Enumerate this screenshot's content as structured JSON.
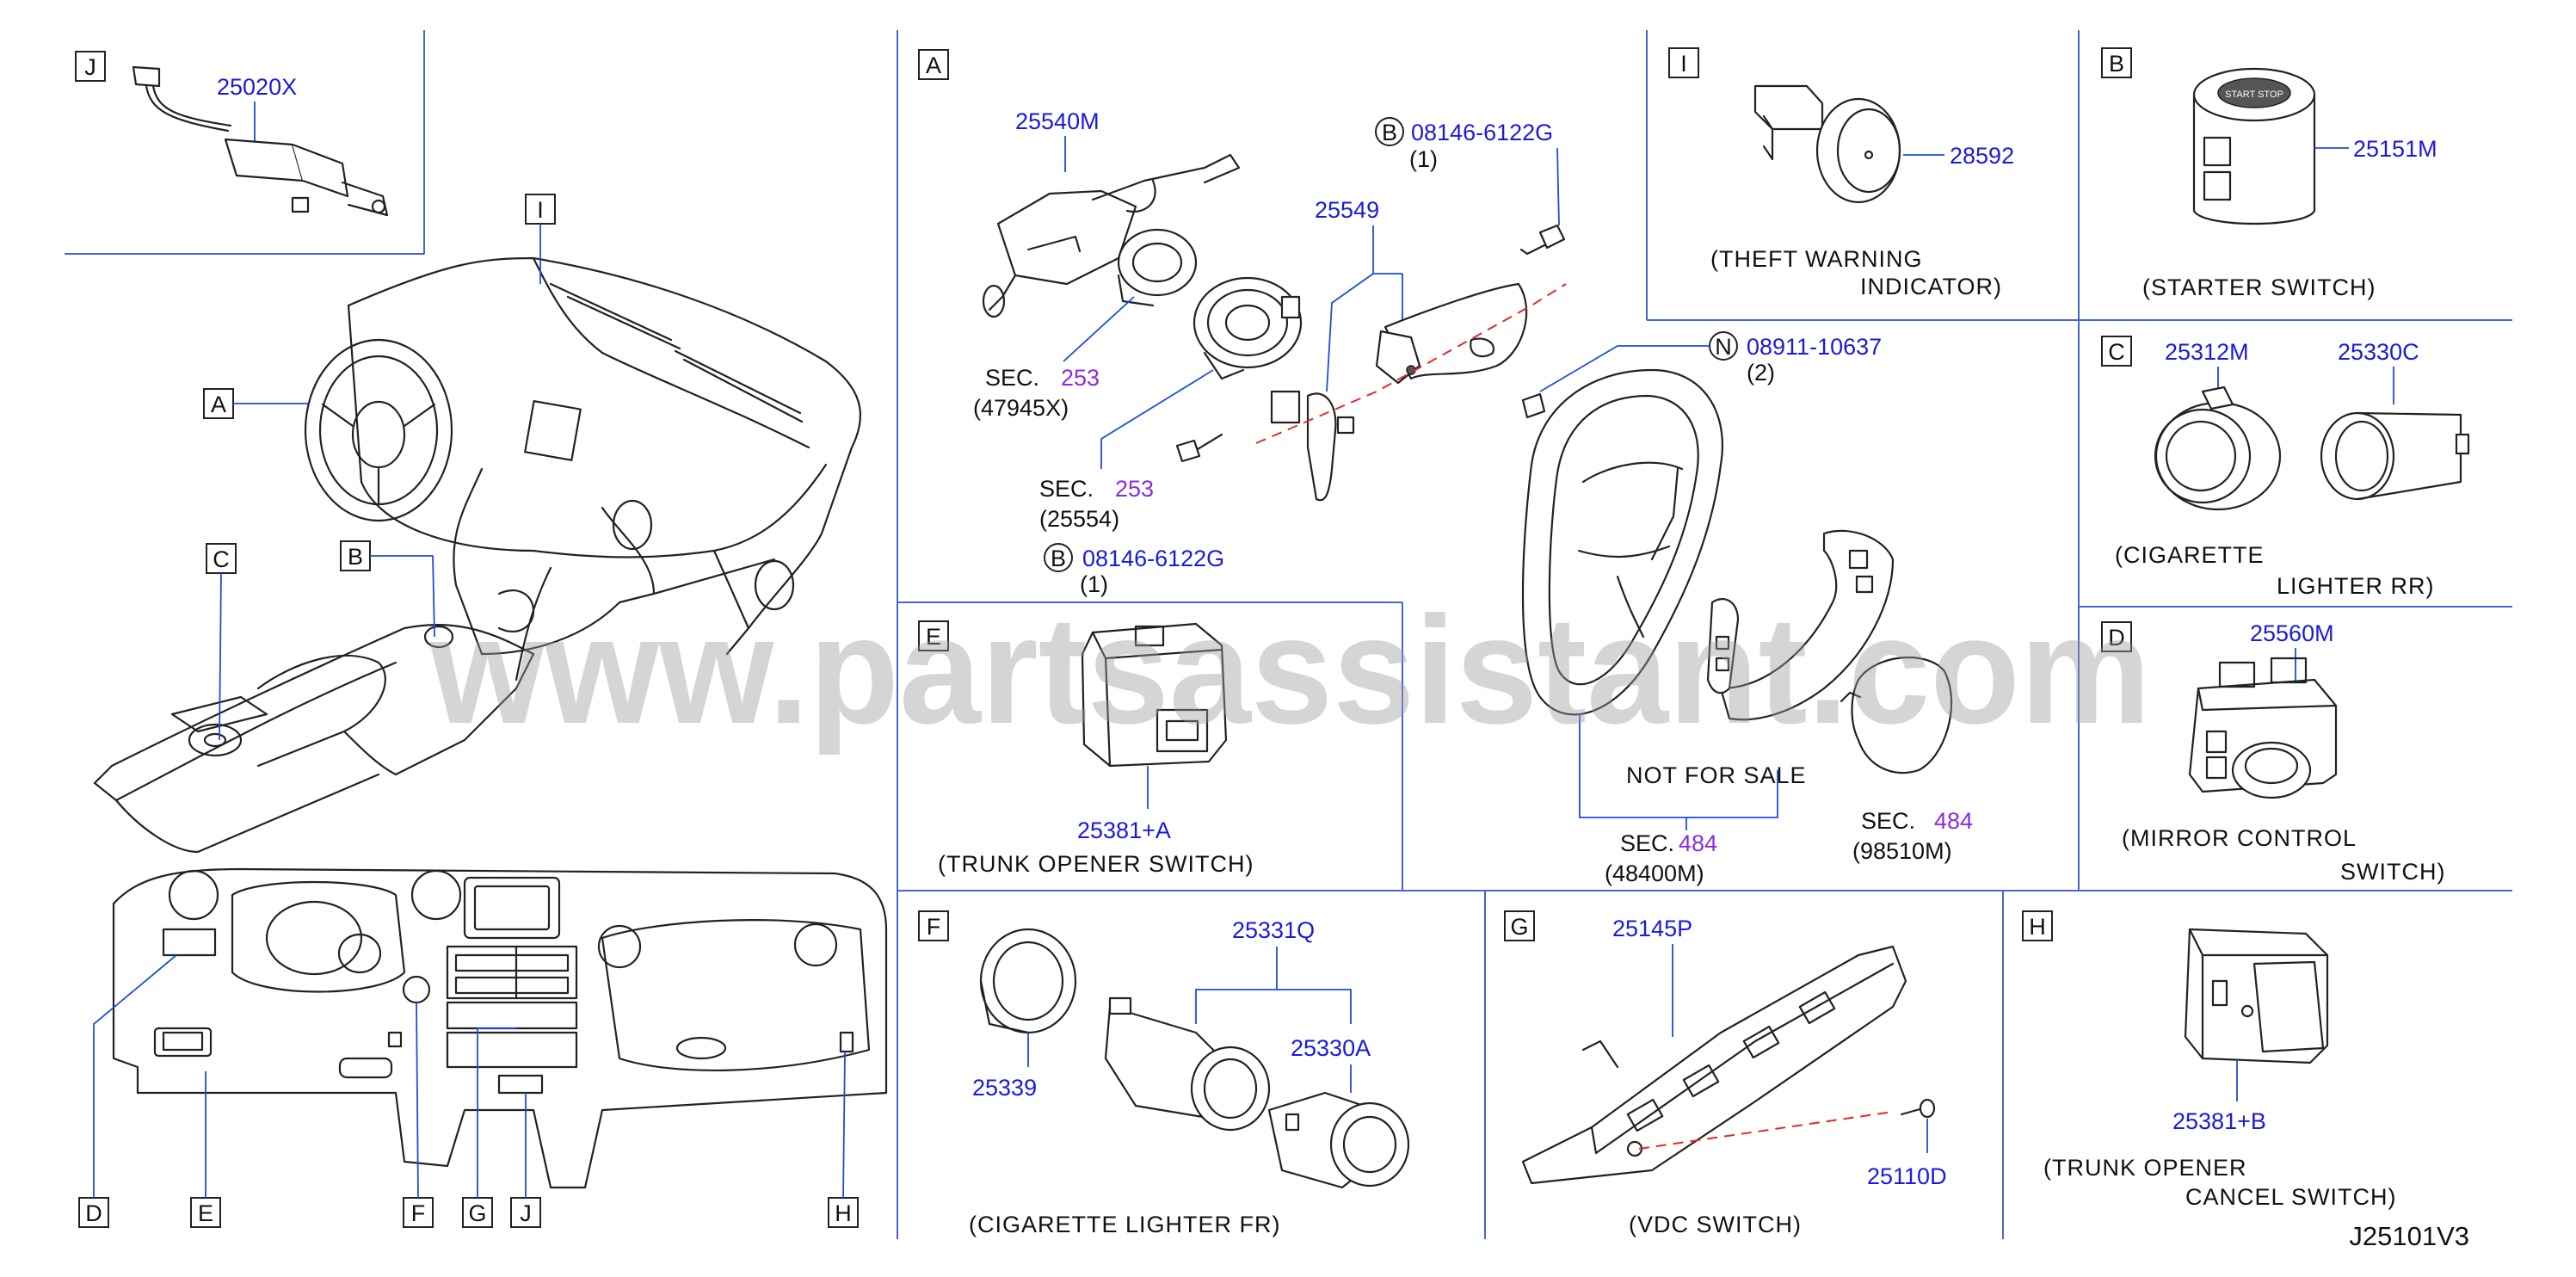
{
  "watermark": "www.partsassistant.com",
  "diagram_code": "J25101V3",
  "panels": {
    "J": {
      "letter": "J",
      "parts": [
        "25020X"
      ]
    },
    "A": {
      "letter": "A",
      "parts": [
        "25540M",
        "25549"
      ],
      "bolt_top": {
        "letter": "B",
        "part": "08146-6122G",
        "qty": "(1)"
      },
      "bolt_bottom": {
        "letter": "B",
        "part": "08146-6122G",
        "qty": "(1)"
      },
      "nut": {
        "letter": "N",
        "part": "08911-10637",
        "qty": "(2)"
      },
      "sec_refs": [
        {
          "word": "SEC.",
          "num": "253",
          "ref": "(47945X)"
        },
        {
          "word": "SEC.",
          "num": "253",
          "ref": "(25554)"
        },
        {
          "word": "SEC.",
          "num": "484",
          "ref": "(48400M)"
        },
        {
          "word": "SEC.",
          "num": "484",
          "ref": "(98510M)"
        }
      ],
      "not_for_sale": "NOT FOR SALE"
    },
    "I": {
      "letter": "I",
      "parts": [
        "28592"
      ],
      "caption": [
        "(THEFT WARNING",
        "INDICATOR)"
      ]
    },
    "B": {
      "letter": "B",
      "parts": [
        "25151M"
      ],
      "caption": [
        "(STARTER SWITCH)"
      ]
    },
    "C": {
      "letter": "C",
      "parts": [
        "25312M",
        "25330C"
      ],
      "caption": [
        "(CIGARETTE",
        "LIGHTER RR)"
      ]
    },
    "D": {
      "letter": "D",
      "parts": [
        "25560M"
      ],
      "caption": [
        "(MIRROR CONTROL",
        "SWITCH)"
      ]
    },
    "E": {
      "letter": "E",
      "parts": [
        "25381+A"
      ],
      "caption": [
        "(TRUNK OPENER SWITCH)"
      ]
    },
    "F": {
      "letter": "F",
      "parts": [
        "25331Q",
        "25339",
        "25330A"
      ],
      "caption": [
        "(CIGARETTE LIGHTER FR)"
      ]
    },
    "G": {
      "letter": "G",
      "parts": [
        "25145P",
        "25110D"
      ],
      "caption": [
        "(VDC SWITCH)"
      ]
    },
    "H": {
      "letter": "H",
      "parts": [
        "25381+B"
      ],
      "caption": [
        "(TRUNK OPENER",
        "CANCEL SWITCH)"
      ]
    }
  },
  "location_callouts": {
    "upper": [
      "I",
      "A",
      "C",
      "B"
    ],
    "lower": [
      "D",
      "E",
      "F",
      "G",
      "J",
      "H"
    ]
  }
}
